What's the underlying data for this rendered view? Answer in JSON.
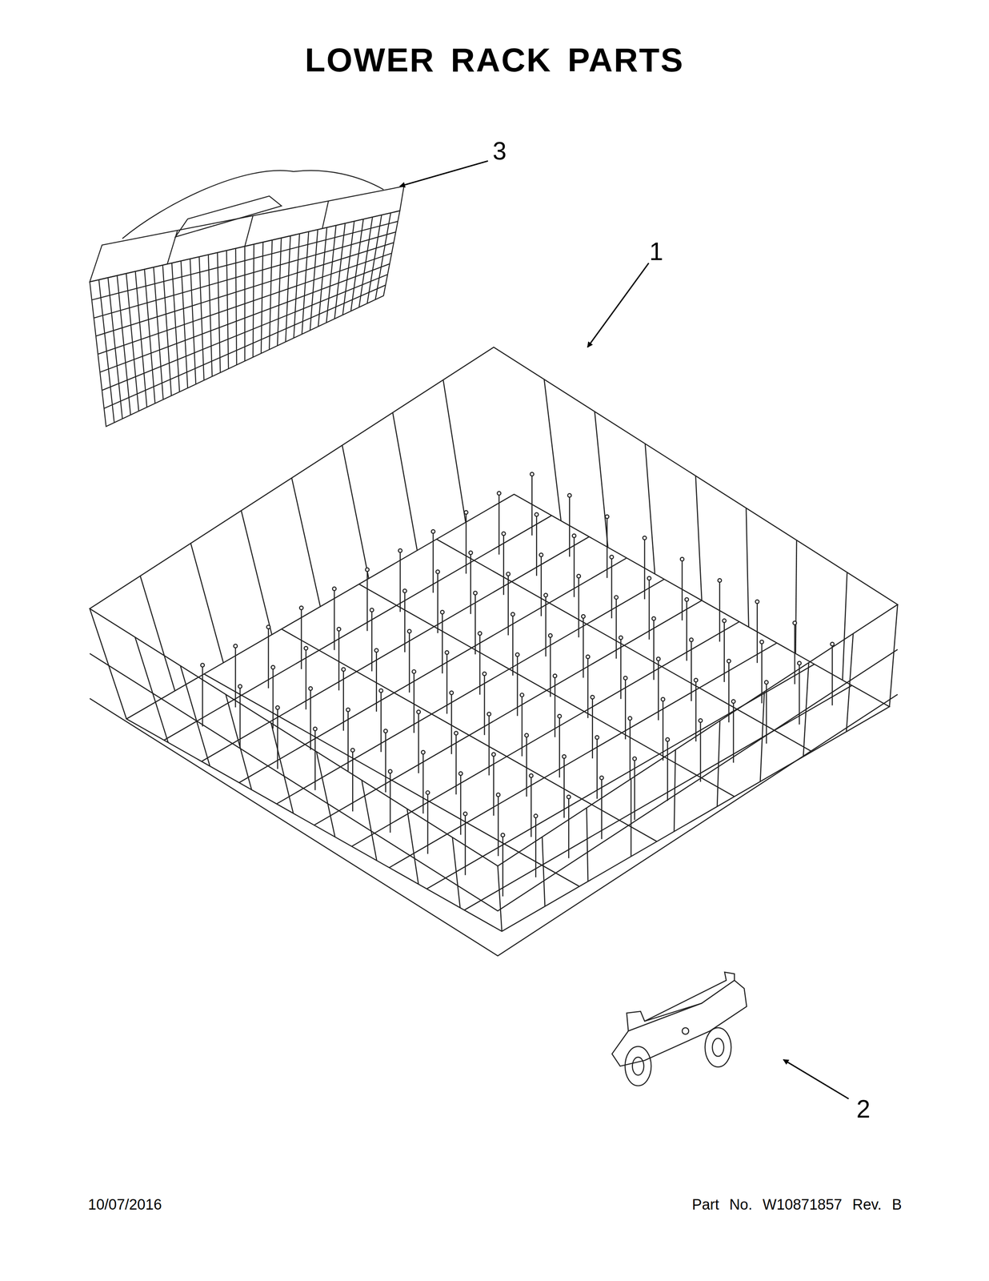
{
  "diagram": {
    "title": "LOWER RACK PARTS",
    "labels": [
      "3",
      "1",
      "2",
      "10/07/2016",
      "Part No. W10871857 Rev. B"
    ]
  }
}
